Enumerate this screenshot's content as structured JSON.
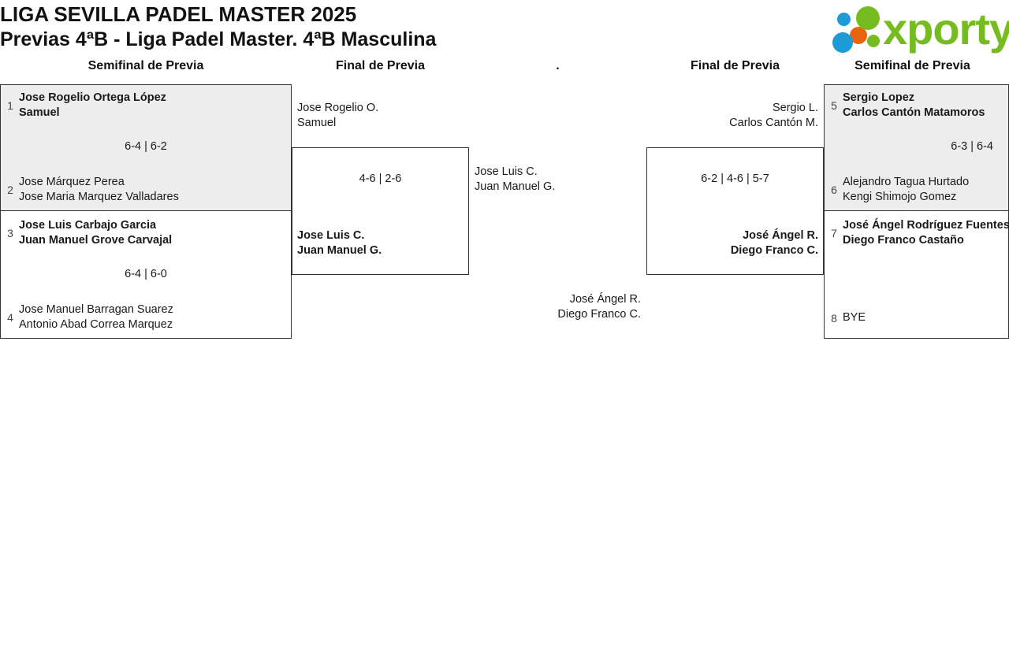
{
  "header": {
    "title_line1": "LIGA SEVILLA PADEL MASTER 2025",
    "title_line2": "Previas 4ªB - Liga Padel Master. 4ªB Masculina",
    "logo_text": "xporty",
    "logo_colors": {
      "green": "#76bc21",
      "blue": "#1e9ad6",
      "orange": "#e8650d"
    }
  },
  "round_headers": [
    {
      "label": "Semifinal de Previa"
    },
    {
      "label": "Final de Previa"
    },
    {
      "label": "."
    },
    {
      "label": "Final de Previa"
    },
    {
      "label": "Semifinal de Previa"
    }
  ],
  "bracket": {
    "left": {
      "semifinals": [
        {
          "score": "6-4 | 6-2",
          "top": {
            "seed": "1",
            "player1": "Jose Rogelio Ortega López",
            "player2": "Samuel",
            "winner": true
          },
          "bottom": {
            "seed": "2",
            "player1": "Jose Márquez Perea",
            "player2": "Jose Maria Marquez Valladares",
            "winner": false
          }
        },
        {
          "score": "6-4 | 6-0",
          "top": {
            "seed": "3",
            "player1": "Jose Luis Carbajo Garcia",
            "player2": "Juan Manuel Grove Carvajal",
            "winner": true
          },
          "bottom": {
            "seed": "4",
            "player1": "Jose Manuel Barragan Suarez",
            "player2": "Antonio Abad Correa Marquez",
            "winner": false
          }
        }
      ],
      "final": {
        "score": "4-6 | 2-6",
        "top": {
          "player1": "Jose Rogelio O.",
          "player2": "Samuel",
          "winner": false
        },
        "bottom": {
          "player1": "Jose Luis C.",
          "player2": "Juan Manuel G.",
          "winner": true
        }
      },
      "advancing": {
        "player1": "Jose Luis C.",
        "player2": "Juan Manuel G."
      }
    },
    "right": {
      "semifinals": [
        {
          "score": "6-3 | 6-4",
          "top": {
            "seed": "5",
            "player1": "Sergio Lopez",
            "player2": "Carlos Cantón Matamoros",
            "winner": true
          },
          "bottom": {
            "seed": "6",
            "player1": "Alejandro Tagua Hurtado",
            "player2": "Kengi Shimojo Gomez",
            "winner": false
          }
        },
        {
          "score": "",
          "top": {
            "seed": "7",
            "player1": "José Ángel Rodríguez Fuentes",
            "player2": "Diego Franco Castaño",
            "winner": true
          },
          "bottom": {
            "seed": "8",
            "player1": "BYE",
            "player2": "",
            "winner": false
          }
        }
      ],
      "final": {
        "score": "6-2 | 4-6 | 5-7",
        "top": {
          "player1": "Sergio L.",
          "player2": "Carlos Cantón M.",
          "winner": false
        },
        "bottom": {
          "player1": "José Ángel R.",
          "player2": "Diego Franco C.",
          "winner": true
        }
      },
      "advancing": {
        "player1": "José Ángel R.",
        "player2": "Diego Franco C."
      }
    }
  }
}
